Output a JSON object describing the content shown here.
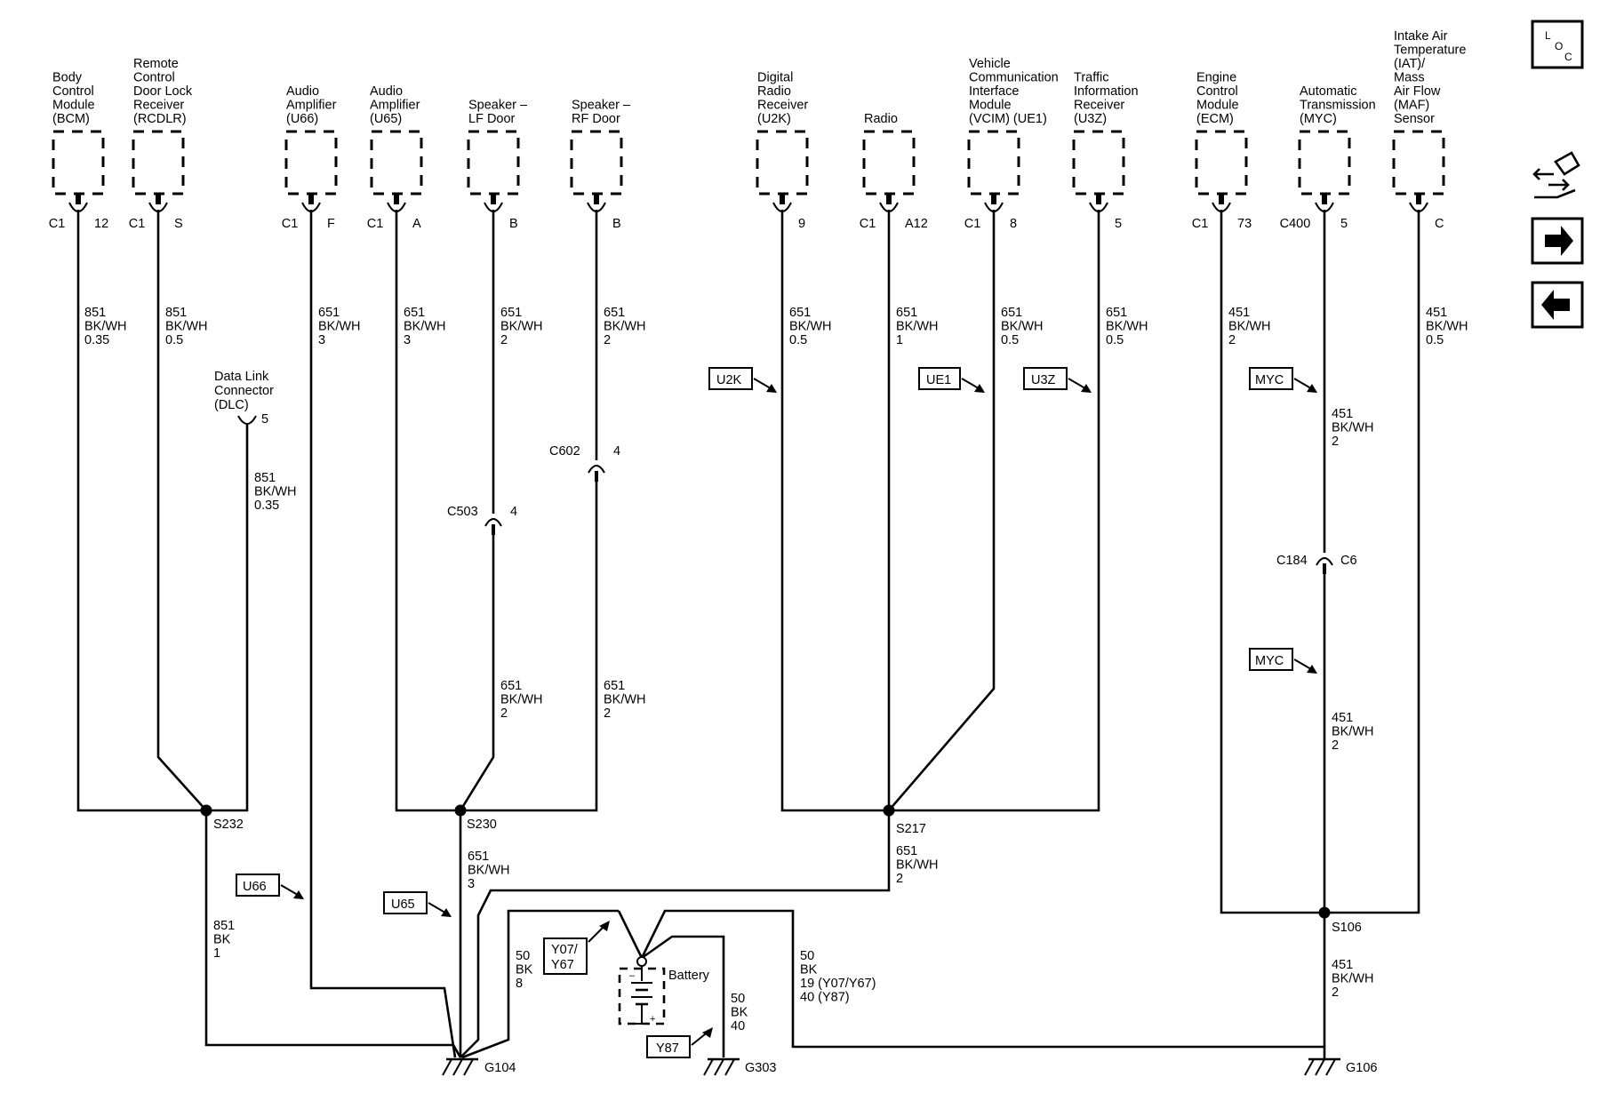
{
  "components": [
    {
      "id": "bcm",
      "lines": [
        "Body",
        "Control",
        "Module",
        "(BCM)"
      ],
      "conn": "C1",
      "pin": "12"
    },
    {
      "id": "rcdlr",
      "lines": [
        "Remote",
        "Control",
        "Door Lock",
        "Receiver",
        "(RCDLR)"
      ],
      "conn": "C1",
      "pin": "S"
    },
    {
      "id": "u66",
      "lines": [
        "Audio",
        "Amplifier",
        "(U66)"
      ],
      "conn": "C1",
      "pin": "F"
    },
    {
      "id": "u65",
      "lines": [
        "Audio",
        "Amplifier",
        "(U65)"
      ],
      "conn": "C1",
      "pin": "A"
    },
    {
      "id": "spk-lf",
      "lines": [
        "Speaker –",
        "LF Door"
      ],
      "conn": "",
      "pin": "B"
    },
    {
      "id": "spk-rf",
      "lines": [
        "Speaker –",
        "RF Door"
      ],
      "conn": "",
      "pin": "B"
    },
    {
      "id": "u2k",
      "lines": [
        "Digital",
        "Radio",
        "Receiver",
        "(U2K)"
      ],
      "conn": "",
      "pin": "9"
    },
    {
      "id": "radio",
      "lines": [
        "Radio"
      ],
      "conn": "C1",
      "pin": "A12"
    },
    {
      "id": "vcim",
      "lines": [
        "Vehicle",
        "Communication",
        "Interface",
        "Module",
        "(VCIM) (UE1)"
      ],
      "conn": "C1",
      "pin": "8"
    },
    {
      "id": "u3z",
      "lines": [
        "Traffic",
        "Information",
        "Receiver",
        "(U3Z)"
      ],
      "conn": "",
      "pin": "5"
    },
    {
      "id": "ecm",
      "lines": [
        "Engine",
        "Control",
        "Module",
        "(ECM)"
      ],
      "conn": "C1",
      "pin": "73"
    },
    {
      "id": "myc",
      "lines": [
        "Automatic",
        "Transmission",
        "(MYC)"
      ],
      "conn": "C400",
      "pin": "5"
    },
    {
      "id": "iat",
      "lines": [
        "Intake Air",
        "Temperature",
        "(IAT)/",
        "Mass",
        "Air Flow",
        "(MAF)",
        "Sensor"
      ],
      "conn": "",
      "pin": "C"
    }
  ],
  "dlc": {
    "lines": [
      "Data Link",
      "Connector",
      "(DLC)"
    ],
    "pin": "5"
  },
  "inline_connectors": [
    {
      "id": "c503",
      "name": "C503",
      "pin": "4"
    },
    {
      "id": "c602",
      "name": "C602",
      "pin": "4"
    },
    {
      "id": "c184",
      "name": "C184",
      "pin": "C6"
    }
  ],
  "wires": [
    {
      "id": "bcm",
      "lines": [
        "851",
        "BK/WH",
        "0.35"
      ]
    },
    {
      "id": "rcdlr",
      "lines": [
        "851",
        "BK/WH",
        "0.5"
      ]
    },
    {
      "id": "dlc",
      "lines": [
        "851",
        "BK/WH",
        "0.35"
      ]
    },
    {
      "id": "u66",
      "lines": [
        "651",
        "BK/WH",
        "3"
      ]
    },
    {
      "id": "u65",
      "lines": [
        "651",
        "BK/WH",
        "3"
      ]
    },
    {
      "id": "spk-lf-top",
      "lines": [
        "651",
        "BK/WH",
        "2"
      ]
    },
    {
      "id": "spk-rf-top",
      "lines": [
        "651",
        "BK/WH",
        "2"
      ]
    },
    {
      "id": "spk-lf-bot",
      "lines": [
        "651",
        "BK/WH",
        "2"
      ]
    },
    {
      "id": "spk-rf-bot",
      "lines": [
        "651",
        "BK/WH",
        "2"
      ]
    },
    {
      "id": "u2k",
      "lines": [
        "651",
        "BK/WH",
        "0.5"
      ]
    },
    {
      "id": "radio",
      "lines": [
        "651",
        "BK/WH",
        "1"
      ]
    },
    {
      "id": "vcim",
      "lines": [
        "651",
        "BK/WH",
        "0.5"
      ]
    },
    {
      "id": "u3z",
      "lines": [
        "651",
        "BK/WH",
        "0.5"
      ]
    },
    {
      "id": "ecm",
      "lines": [
        "451",
        "BK/WH",
        "2"
      ]
    },
    {
      "id": "myc-top",
      "lines": [
        "451",
        "BK/WH",
        "2"
      ]
    },
    {
      "id": "myc-bot",
      "lines": [
        "451",
        "BK/WH",
        "2"
      ]
    },
    {
      "id": "iat",
      "lines": [
        "451",
        "BK/WH",
        "0.5"
      ]
    },
    {
      "id": "s232-g104",
      "lines": [
        "851",
        "BK",
        "1"
      ]
    },
    {
      "id": "s230-g104",
      "lines": [
        "651",
        "BK/WH",
        "3"
      ]
    },
    {
      "id": "s217-g104",
      "lines": [
        "651",
        "BK/WH",
        "2"
      ]
    },
    {
      "id": "battery-g104",
      "lines": [
        "50",
        "BK",
        "8"
      ]
    },
    {
      "id": "battery-g303",
      "lines": [
        "50",
        "BK",
        "40"
      ]
    },
    {
      "id": "battery-g106",
      "lines": [
        "50",
        "BK",
        "19 (Y07/Y67)",
        "40 (Y87)"
      ]
    },
    {
      "id": "s106-g106",
      "lines": [
        "451",
        "BK/WH",
        "2"
      ]
    }
  ],
  "splices": [
    "S232",
    "S230",
    "S217",
    "S106"
  ],
  "grounds": [
    "G104",
    "G303",
    "G106"
  ],
  "battery_label": "Battery",
  "option_tags": [
    "U2K",
    "UE1",
    "U3Z",
    "MYC",
    "MYC",
    "U66",
    "U65",
    "Y07/\nY67",
    "Y87"
  ],
  "nav": {
    "loc": "LOC",
    "loc_letters": [
      "L",
      "O",
      "C"
    ]
  }
}
